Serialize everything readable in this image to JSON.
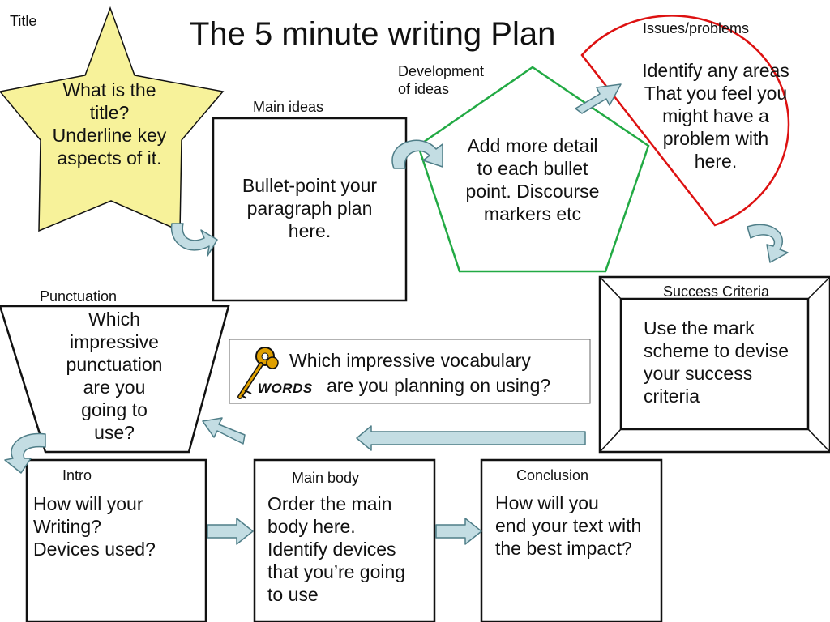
{
  "page_title": "The 5 minute writing Plan",
  "title_label": "Title",
  "title_prompt": "What is the title?\nUnderline key aspects of it.",
  "main_ideas_label": "Main ideas",
  "main_ideas_text": "Bullet-point your paragraph plan here.",
  "development_label": "Development\nof ideas",
  "development_text": "Add more detail to each bullet point. Discourse markers etc",
  "issues_label": "Issues/problems",
  "issues_text": "Identify any areas\nThat you feel you\nmight have a\nproblem with\nhere.",
  "success_label": "Success Criteria",
  "success_text": "Use the mark\nscheme to devise\nyour success\ncriteria",
  "punctuation_label": "Punctuation",
  "punctuation_text": "Which\nimpressive\npunctuation\nare you\ngoing to\nuse?",
  "vocab_line1": "Which impressive vocabulary",
  "vocab_line2": "are you planning on using?",
  "vocab_logo_word": "WORDS",
  "intro_label": "Intro",
  "intro_text": "How will your\nWriting?\nDevices used?",
  "mainbody_label": "Main body",
  "mainbody_text": "Order the main\nbody here.\nIdentify devices\nthat you’re going\n to use",
  "conclusion_label": "Conclusion",
  "conclusion_text": "How will you\nend your text with\nthe best impact?",
  "colors": {
    "star_fill": "#f7f29a",
    "pentagon_stroke": "#22aa44",
    "issues_stroke": "#dd1111",
    "arrow_fill": "#c3dde3",
    "arrow_stroke": "#4f7e88"
  }
}
